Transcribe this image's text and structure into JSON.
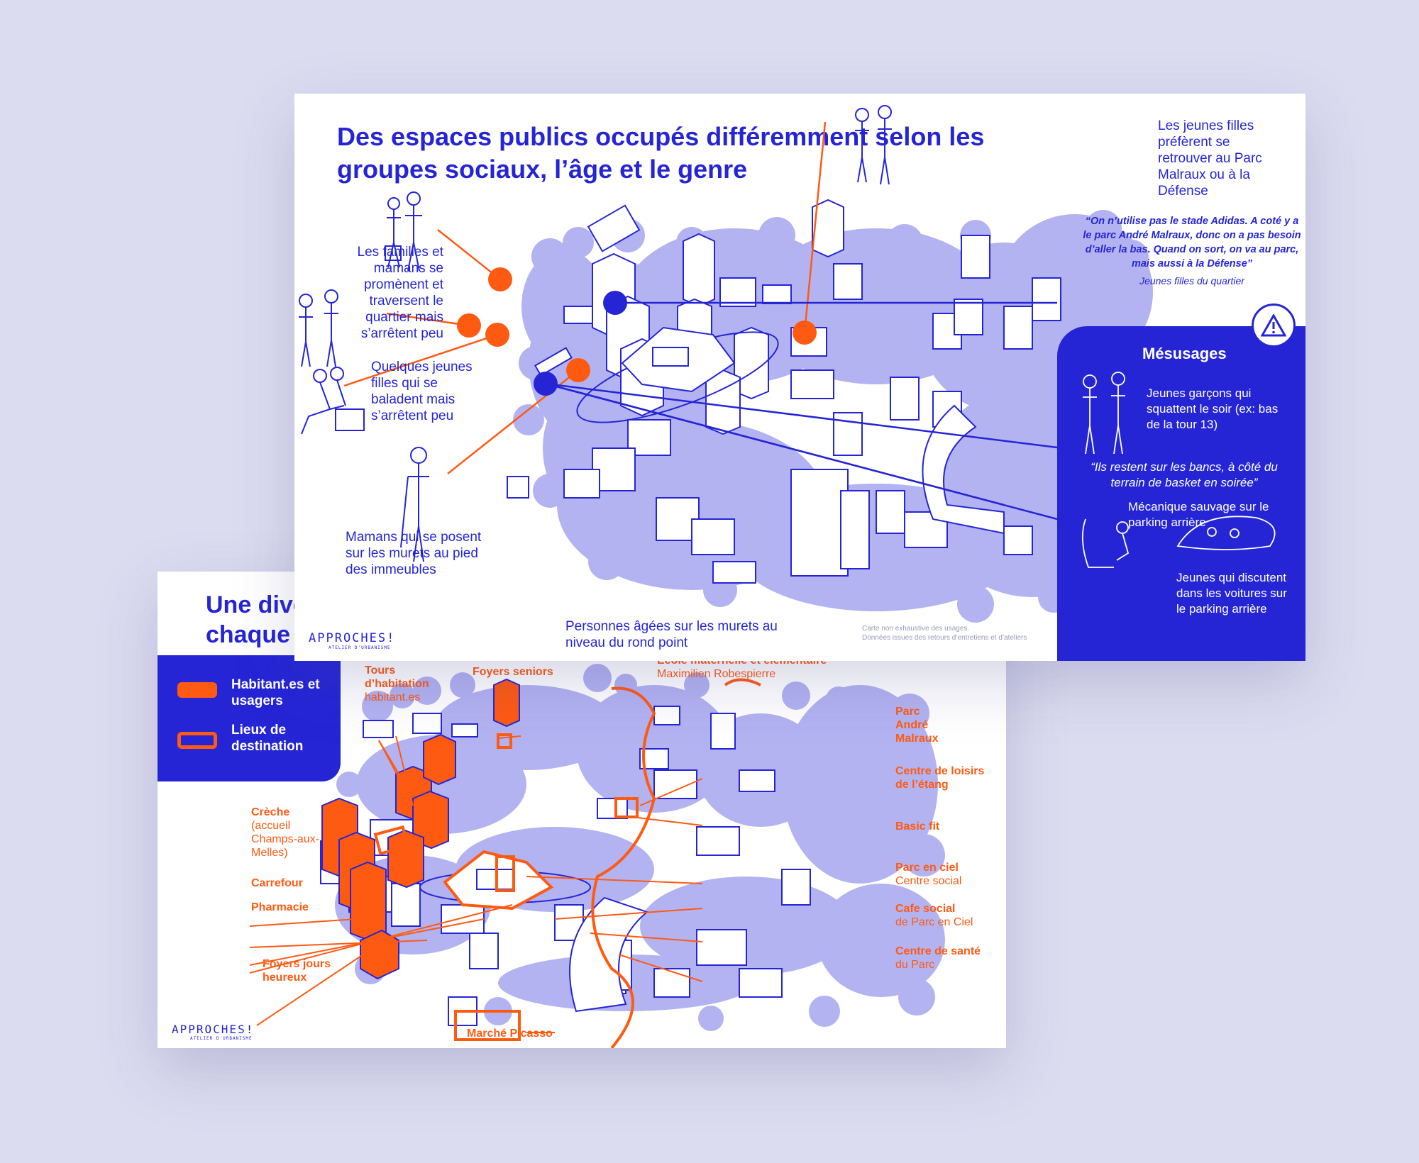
{
  "back_card": {
    "title_line1": "Une dive",
    "title_line2": "chaque ",
    "legend": [
      {
        "label": "Habitant.es et usagers",
        "icon": "filled-orange-swatch"
      },
      {
        "label": "Lieux de destination",
        "icon": "outline-orange-swatch"
      }
    ],
    "labels": {
      "tours": {
        "title": "Tours d’habitation",
        "sub": "habitant.es"
      },
      "foyers_seniors": {
        "title": "Foyers seniors"
      },
      "ecole": {
        "title": "Ecole maternelle et élémentaire",
        "sub": "Maximilien Robespierre"
      },
      "parc_malraux": {
        "title": "Parc André Malraux"
      },
      "centre_loisirs": {
        "title": "Centre de loisirs de l’étang"
      },
      "basic_fit": {
        "title": "Basic fit"
      },
      "parc_en_ciel": {
        "title": "Parc en ciel",
        "sub": "Centre social"
      },
      "cafe_social": {
        "title": "Cafe social",
        "sub": "de Parc en Ciel"
      },
      "centre_sante": {
        "title": "Centre de santé",
        "sub": "du Parc"
      },
      "creche": {
        "title": "Crèche",
        "sub": "(accueil Champs-aux-Melles)"
      },
      "carrefour": {
        "title": "Carrefour"
      },
      "pharmacie": {
        "title": "Pharmacie"
      },
      "foyers_jours": {
        "title": "Foyers jours heureux"
      },
      "marche": {
        "title": "Marché Picasso"
      }
    },
    "logo": "APPROCHES!",
    "logo_sub": "ATELIER D'URBANISME"
  },
  "front_card": {
    "title_line1": "Des espaces publics occupés différemment selon les",
    "title_line2": "groupes sociaux, l’âge et le genre",
    "annotations": {
      "familles": "Les familles et mamans se promènent et traversent le quartier mais s’arrêtent peu",
      "jeunes_filles_balade": "Quelques jeunes filles qui se baladent mais s’arrêtent peu",
      "mamans_murets": "Mamans qui se posent sur les murets au pied des immeubles",
      "personnes_agees": "Personnes âgées sur les murets au niveau du rond point",
      "jeunes_filles_parc": "Les jeunes filles préfèrent se retrouver au Parc Malraux ou à la Défense",
      "quote": "“On n’utilise pas le stade Adidas. A coté y a le parc André Malraux, donc on a pas besoin d’aller la bas. Quand on sort, on va au parc, mais aussi à la Défense”",
      "quote_author": "Jeunes filles du quartier",
      "disclaimer_line1": "Carte non exhaustive des usages.",
      "disclaimer_line2": "Données issues des retours d’entretiens et d’ateliers"
    },
    "mesusages": {
      "title": "Mésusages",
      "warning_icon": "warning-triangle-icon",
      "item1": "Jeunes garçons qui squattent le soir (ex: bas de la tour 13)",
      "quote": "“Ils restent sur les bancs, à côté du terrain de basket en soirée”",
      "item2": "Mécanique sauvage sur le parking arrière",
      "item3": "Jeunes qui discutent dans les voitures sur le parking arrière"
    },
    "logo": "APPROCHES!",
    "logo_sub": "ATELIER D'URBANISME"
  },
  "colors": {
    "background": "#dcdcf0",
    "blue": "#2525d6",
    "orange": "#ff5a12",
    "lavender": "#b3b3f2"
  }
}
